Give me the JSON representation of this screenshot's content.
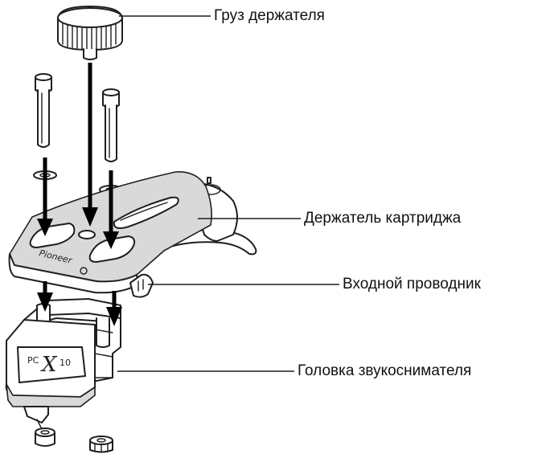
{
  "labels": {
    "weight": "Груз держателя",
    "holder": "Держатель картриджа",
    "lead_wire": "Входной проводник",
    "cartridge": "Головка звукоснимателя"
  },
  "markings": {
    "brand": "Pioneer",
    "model_prefix": "PC",
    "model_x": "X",
    "model_number": "10"
  },
  "colors": {
    "ink": "#1f1f1f",
    "arrow": "#000000",
    "shade": "#d9d9d9"
  }
}
